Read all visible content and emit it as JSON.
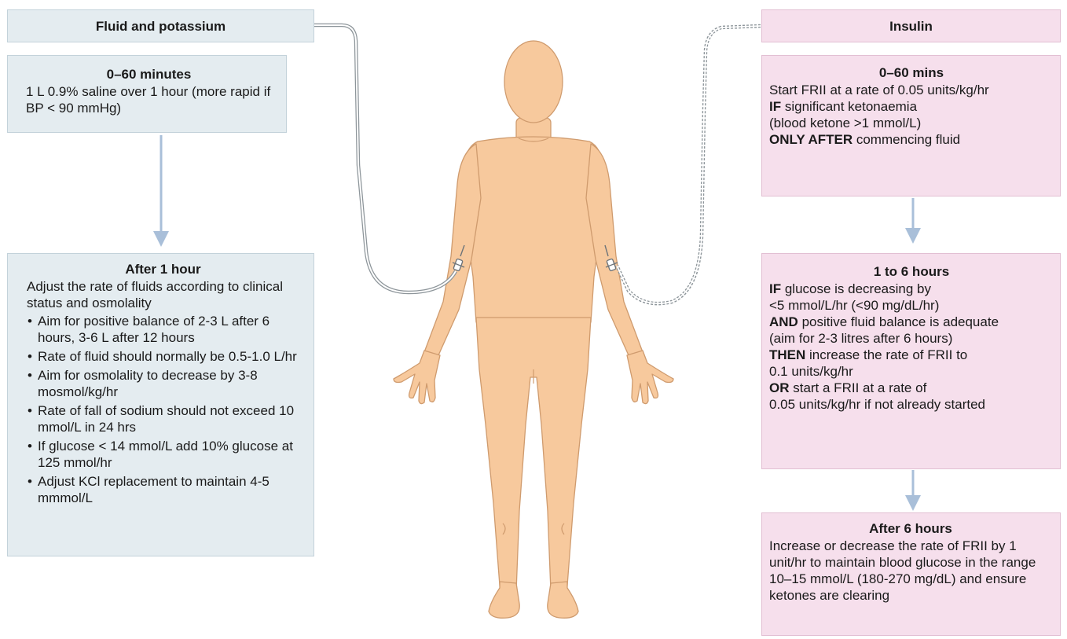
{
  "colors": {
    "fluid_panel": "#e4ecf0",
    "insulin_panel": "#f6dfec",
    "arrow": "#a9bfd9",
    "skin": "#f7c99d"
  },
  "left": {
    "header": "Fluid and potassium",
    "step1": {
      "title": "0–60 minutes",
      "text": "1 L 0.9% saline over 1 hour (more rapid if BP < 90 mmHg)"
    },
    "step2": {
      "title": "After 1 hour",
      "intro": "Adjust the rate of fluids according to clinical status and osmolality",
      "bullets": [
        "Aim for positive balance of 2-3 L after 6 hours, 3-6 L after 12 hours",
        "Rate of fluid should normally be 0.5-1.0 L/hr",
        "Aim for osmolality to decrease by 3-8 mosmol/kg/hr",
        "Rate of fall of sodium should not exceed 10 mmol/L in 24 hrs",
        "If glucose < 14 mmol/L add 10% glucose at 125 mmol/hr",
        "Adjust KCl replacement to maintain 4-5 mmmol/L"
      ]
    }
  },
  "right": {
    "header": "Insulin",
    "step1": {
      "title": "0–60 mins",
      "line1": "Start FRII at a rate of 0.05 units/kg/hr",
      "kw_if": "IF",
      "line2": " significant ketonaemia",
      "line3": "(blood ketone >1 mmol/L)",
      "kw_only_after": "ONLY AFTER",
      "line4": " commencing fluid"
    },
    "step2": {
      "title": "1 to 6 hours",
      "kw_if": "IF",
      "line1": " glucose is decreasing by",
      "line2": "<5 mmol/L/hr (<90 mg/dL/hr)",
      "kw_and": "AND",
      "line3": " positive fluid balance is adequate",
      "line4": "(aim for 2-3 litres after 6 hours)",
      "kw_then": "THEN",
      "line5": " increase the rate of FRII to",
      "line6": "0.1 units/kg/hr",
      "kw_or": "OR",
      "line7": " start a FRII at a rate of",
      "line8": "0.05 units/kg/hr if not already started"
    },
    "step3": {
      "title": "After 6 hours",
      "text": "Increase or decrease the rate of FRII by 1 unit/hr to maintain blood glucose in the range 10–15 mmol/L (180-270 mg/dL) and ensure ketones are clearing"
    }
  }
}
